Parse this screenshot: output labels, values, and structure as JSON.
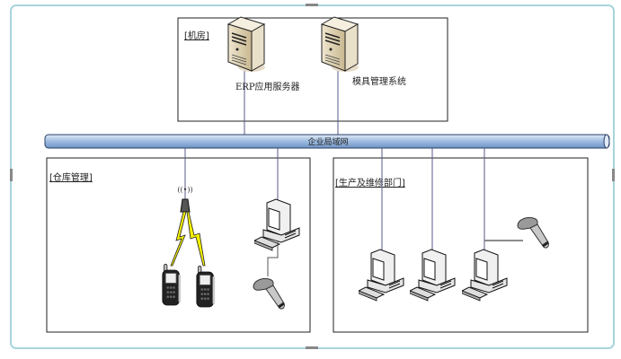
{
  "diagram": {
    "network_bus_label": "企业局域网",
    "server_room": {
      "label": "[机房]",
      "servers": [
        {
          "label": "ERP应用服务器",
          "icon": "server-tower-icon"
        },
        {
          "label": "模具管理系统",
          "icon": "server-tower-icon"
        }
      ]
    },
    "warehouse": {
      "label": "[仓库管理]",
      "devices": [
        "wireless-access-point-icon",
        "handheld-terminal-icon",
        "handheld-terminal-icon",
        "desktop-computer-icon",
        "barcode-scanner-icon"
      ]
    },
    "production": {
      "label": "[生产及维修部门]",
      "devices": [
        "desktop-computer-icon",
        "desktop-computer-icon",
        "desktop-computer-icon",
        "barcode-scanner-icon"
      ]
    },
    "colors": {
      "bus": "#9dbbe0",
      "frame": "#a8d4dc",
      "link": "#5a5a8a",
      "lightning": "#f4f000"
    }
  }
}
